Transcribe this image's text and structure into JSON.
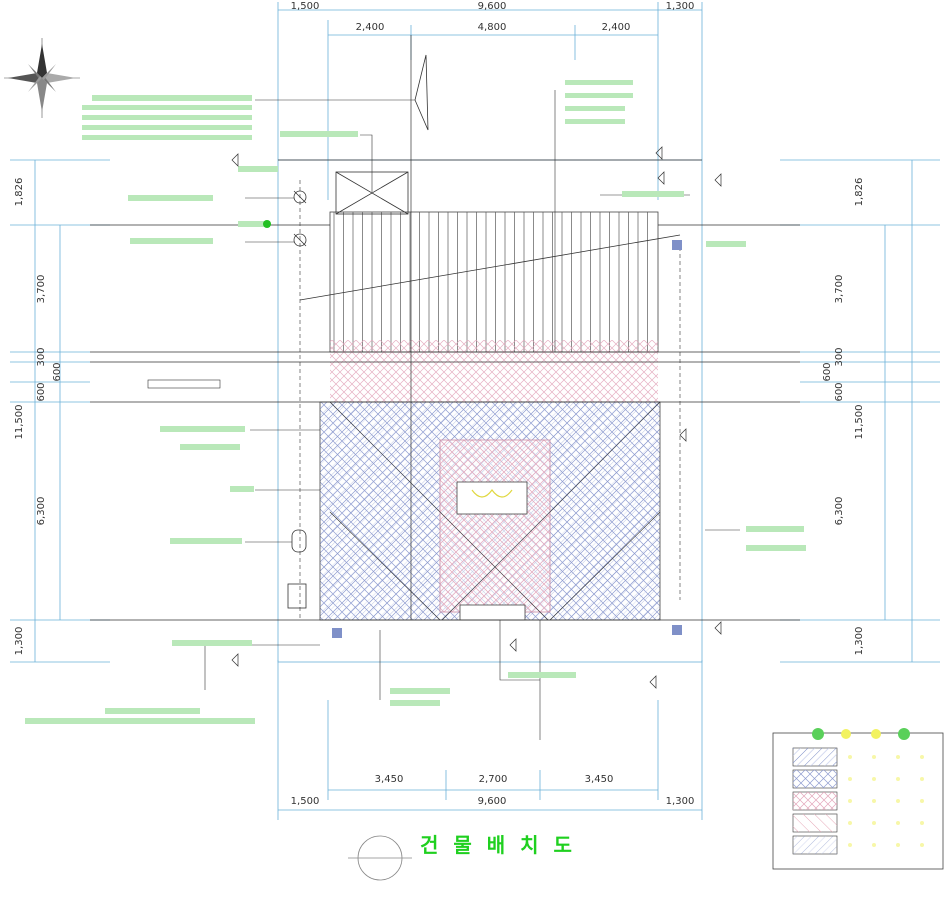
{
  "title": "건 물 배 치 도",
  "dims": {
    "top_total": [
      "1,500",
      "9,600",
      "1,300"
    ],
    "top_sub": [
      "2,400",
      "4,800",
      "2,400"
    ],
    "bottom_sub": [
      "3,450",
      "2,700",
      "3,450"
    ],
    "bottom_total": [
      "1,500",
      "9,600",
      "1,300"
    ],
    "left": [
      "1,826",
      "3,700",
      "300",
      "600",
      "600",
      "11,500",
      "6,300",
      "1,300"
    ],
    "right": [
      "1,826",
      "3,700",
      "300",
      "600",
      "600",
      "11,500",
      "6,300",
      "1,300"
    ]
  },
  "colors": {
    "line": "#1a1a1a",
    "dim_line": "#6ab0d8",
    "leader": "#2a2a2a",
    "hatch_blue": "#7f90c8",
    "hatch_pink": "#e6a8b8",
    "label_green": "#22c022",
    "accent_yellow": "#f2f260",
    "title_green": "#1fd01f"
  },
  "icons": [
    "compass-rose-icon",
    "north-arrow-icon",
    "section-marker-icon"
  ]
}
